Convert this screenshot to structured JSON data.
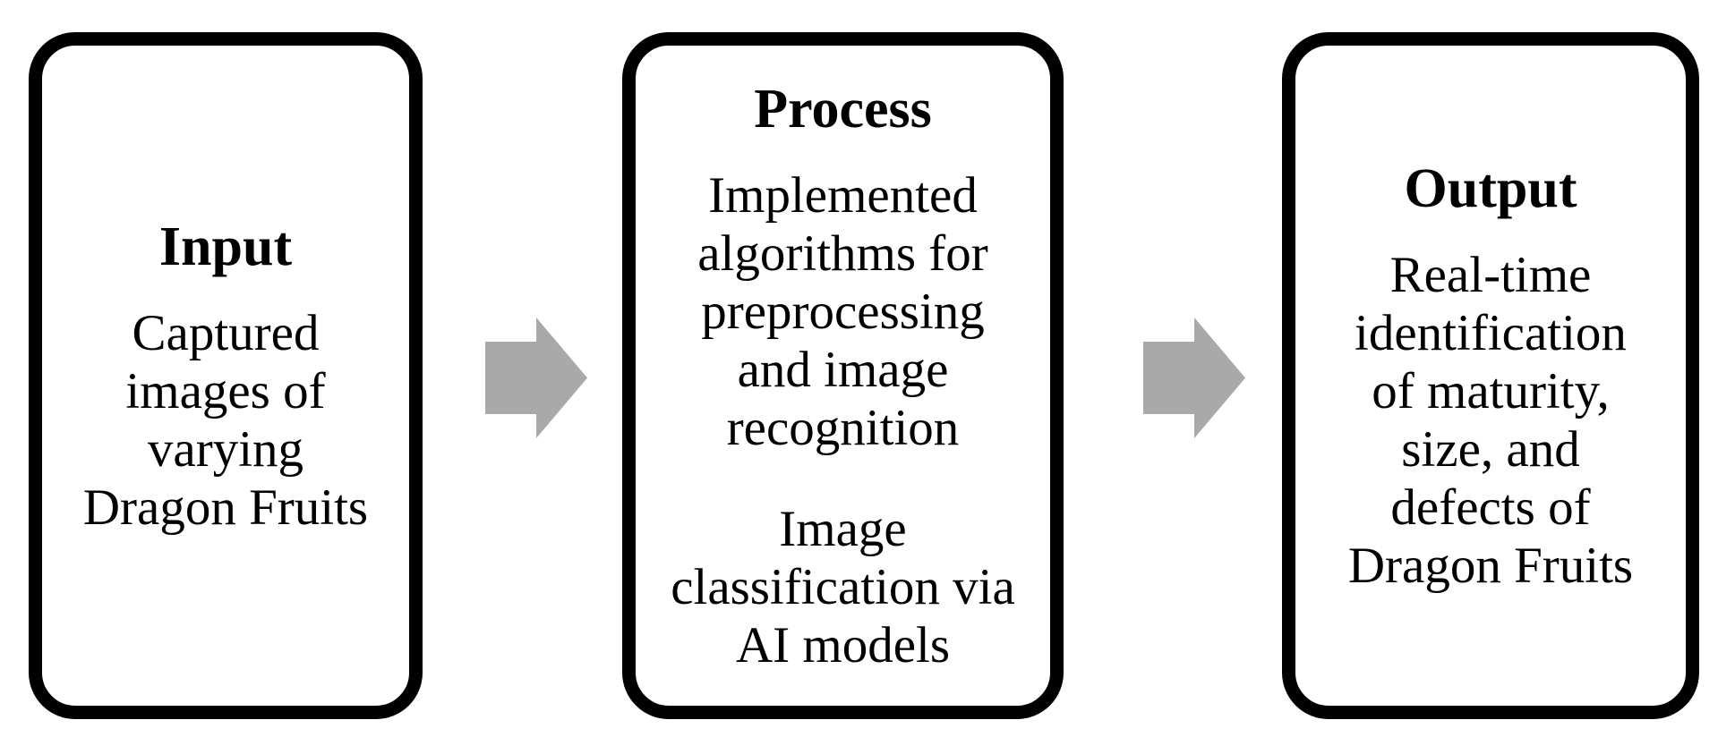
{
  "diagram": {
    "background_color": "#ffffff",
    "box_border_color": "#000000",
    "text_color": "#000000",
    "arrow_color": "#a9a9a9",
    "boxes": [
      {
        "id": "input",
        "heading": "Input",
        "paragraphs": [
          "Captured\nimages of\nvarying\nDragon Fruits"
        ]
      },
      {
        "id": "process",
        "heading": "Process",
        "paragraphs": [
          "Implemented\nalgorithms for\npreprocessing\nand image\nrecognition",
          "Image\nclassification via\nAI models"
        ]
      },
      {
        "id": "output",
        "heading": "Output",
        "paragraphs": [
          "Real-time\nidentification\nof maturity,\nsize, and\ndefects of\nDragon Fruits"
        ]
      }
    ],
    "arrows": [
      {
        "direction": "right"
      },
      {
        "direction": "right"
      }
    ]
  }
}
